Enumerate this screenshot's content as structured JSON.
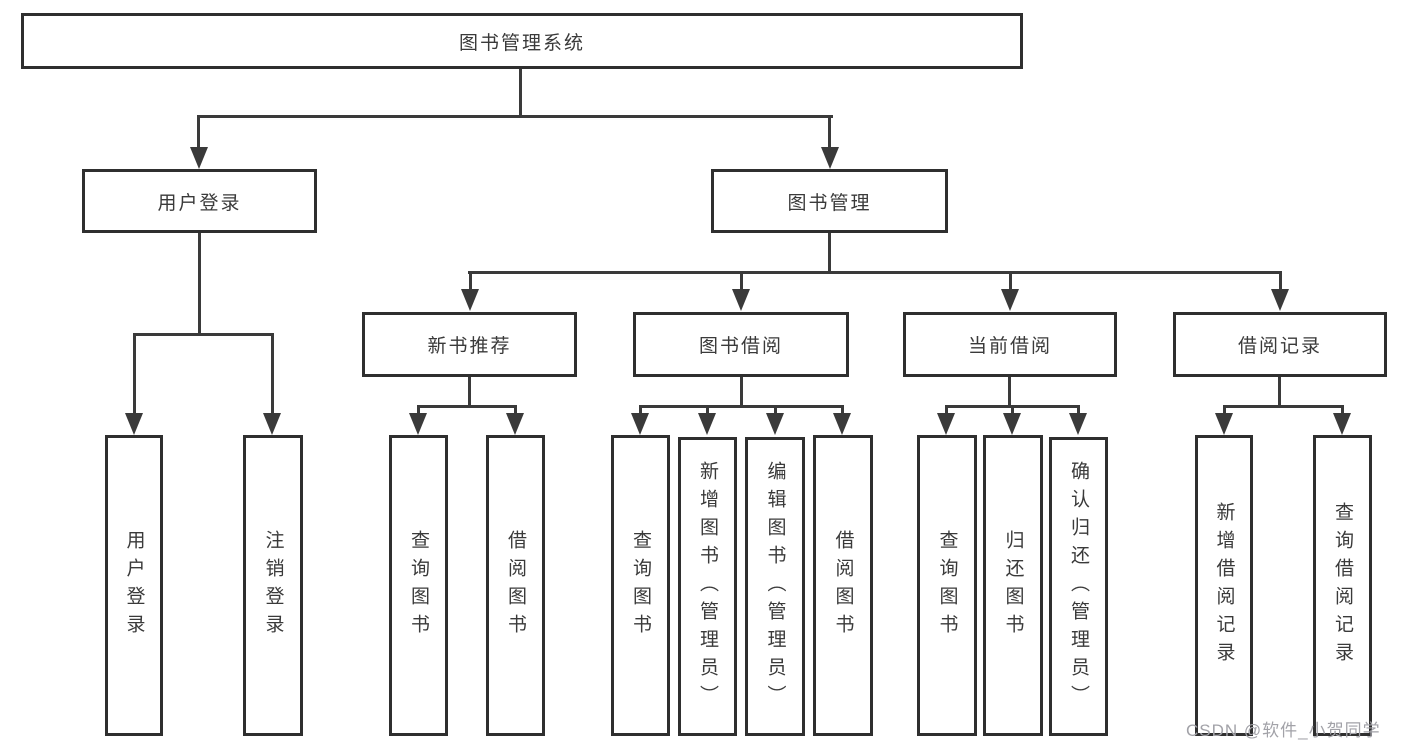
{
  "colors": {
    "background": "#ffffff",
    "border": "#2f2f2f",
    "line": "#3a3a3a",
    "text": "#3a3a3a",
    "watermark": "#a2a2a8"
  },
  "nodes": {
    "root": {
      "label": "图书管理系统"
    },
    "user_login": {
      "label": "用户登录",
      "children": [
        {
          "label": "用户登录"
        },
        {
          "label": "注销登录"
        }
      ]
    },
    "book_mgmt": {
      "label": "图书管理",
      "children": [
        {
          "label": "新书推荐",
          "children": [
            {
              "label": "查询图书"
            },
            {
              "label": "借阅图书"
            }
          ]
        },
        {
          "label": "图书借阅",
          "children": [
            {
              "label": "查询图书"
            },
            {
              "label": "新增图书（管理员）"
            },
            {
              "label": "编辑图书（管理员）"
            },
            {
              "label": "借阅图书"
            }
          ]
        },
        {
          "label": "当前借阅",
          "children": [
            {
              "label": "查询图书"
            },
            {
              "label": "归还图书"
            },
            {
              "label": "确认归还（管理员）"
            }
          ]
        },
        {
          "label": "借阅记录",
          "children": [
            {
              "label": "新增借阅记录"
            },
            {
              "label": "查询借阅记录"
            }
          ]
        }
      ]
    }
  },
  "watermark": {
    "text": "CSDN @软件_小贺同学"
  }
}
